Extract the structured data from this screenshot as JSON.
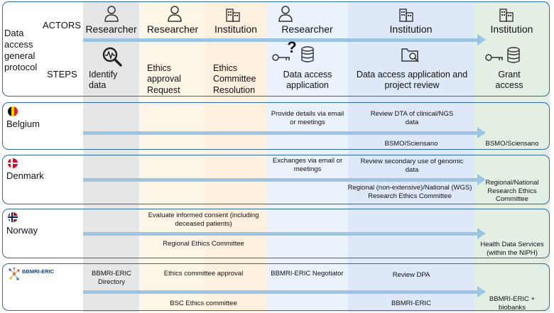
{
  "header": {
    "protocol_label": "Data access general protocol",
    "actors_label": "ACTORS",
    "steps_label": "STEPS",
    "actors": [
      "Researcher",
      "Researcher",
      "Institution",
      "Researcher",
      "Institution",
      "Institution"
    ],
    "steps": {
      "s1": "Identify data",
      "s2": "Ethics approval Request",
      "s3": "Ethics Committee Resolution",
      "s4": "Data access application",
      "s5": "Data access application and project review",
      "s6": "Grant access"
    }
  },
  "belgium": {
    "name": "Belgium",
    "c4_top": "Provide details via email or meetings",
    "c5_top": "Review DTA of clinical/NGS data",
    "c5_bottom": "BSMO/Sciensano",
    "c6": "BSMO/Sciensano"
  },
  "denmark": {
    "name": "Denmark",
    "c4_top": "Exchanges via email or meetings",
    "c5_top": "Review secondary use of genomic data",
    "c5_bottom": "Regional (non-extensive)/National (WGS) Research Ethics Committee",
    "c6": "Regional/National Research Ethics Committee"
  },
  "norway": {
    "name": "Norway",
    "c23_top": "Evaluate informed consent (including deceased patients)",
    "c23_bottom": "Regional Ethics Committee",
    "c6": "Health Data Services (within the NIPH)"
  },
  "bbmri": {
    "logo_text": "BBMRI-ERIC",
    "c1": "BBMRI-ERIC Directory",
    "c23_top": "Ethics committee approval",
    "c23_bottom": "BSC Ethics committee",
    "c4": "BBMRI-ERIC Negotiator",
    "c5_top": "Review DPA",
    "c5_bottom": "BBMRI-ERIC",
    "c6": "BBMRI-ERIC + biobanks"
  },
  "colors": {
    "panel_border": "#2f6aa8",
    "arrow": "#9ec4e3",
    "col_identify": "#e6e6e6",
    "col_ethics": "#fdf6e6",
    "col_resolution": "#fdf0df",
    "col_application": "#eaf2fc",
    "col_review": "#dfe8f8",
    "col_grant": "#e4efe4"
  },
  "icons": [
    "person-icon",
    "building-icon",
    "magnifier-chart-icon",
    "key-icon",
    "question-mark-icon",
    "database-icon",
    "folder-magnifier-icon",
    "belgium-flag-icon",
    "denmark-flag-icon",
    "norway-flag-icon",
    "bbmri-logo-icon"
  ]
}
